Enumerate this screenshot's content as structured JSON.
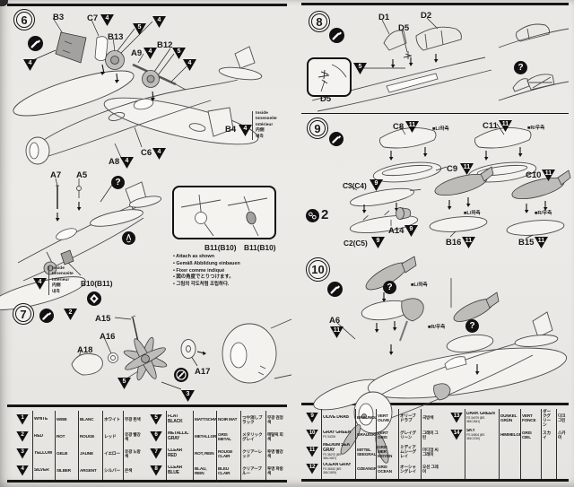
{
  "doc": {
    "kind": "model-kit-assembly-instructions",
    "colors": {
      "paper": "#edebe7",
      "ink": "#1a1a1a",
      "part_gray": "#bdbcb9"
    }
  },
  "steps": {
    "s6": "6",
    "s7": "7",
    "s8": "8",
    "s9": "9",
    "s10": "10"
  },
  "nums": {
    "n2": "2",
    "n3": "3",
    "n4": "4",
    "n5": "5",
    "n9": "9",
    "n11": "11"
  },
  "icons": {
    "question": "?"
  },
  "labels": {
    "quantity2": "2"
  },
  "parts": {
    "b3": "B3",
    "c7": "C7",
    "b13": "B13",
    "a9": "A9",
    "b12": "B12",
    "b4": "B4",
    "c6": "C6",
    "a8": "A8",
    "a7": "A7",
    "a5": "A5",
    "b10_b11": "B10(B11)",
    "b11_b10": "B11(B10)",
    "a15": "A15",
    "a16": "A16",
    "a17": "A17",
    "a18": "A18",
    "d1": "D1",
    "d2": "D2",
    "d5": "D5",
    "c8": "C8",
    "c9": "C9",
    "c10": "C10",
    "c11": "C11",
    "c3_c4": "C3(C4)",
    "c2_c5": "C2(C5)",
    "a14": "A14",
    "b16": "B16",
    "b15": "B15",
    "a6": "A6"
  },
  "side": {
    "left": "■L/좌측",
    "right": "■R/우측"
  },
  "inside": {
    "lines": [
      {
        "t": "Inside"
      },
      {
        "t": "Innenseite"
      },
      {
        "t": "Intérieur"
      },
      {
        "t": "内側"
      },
      {
        "t": "내측"
      }
    ]
  },
  "notes": {
    "lines": [
      {
        "t": "• Attach as shown"
      },
      {
        "t": "• Gemäß Abbildung einbauen"
      },
      {
        "t": "• Fixer comme indiqué"
      },
      {
        "t": "• 図の角度でとりつけます。"
      },
      {
        "t": "• 그림의 각도처럼 조립하다."
      }
    ]
  },
  "color_chart": {
    "tables": [
      {
        "rows": [
          {
            "num": "1",
            "en": "WHITE",
            "de": "WEIB",
            "fr": "BLANC",
            "ja": "ホワイト",
            "ko": "무광 흰색"
          },
          {
            "num": "2",
            "en": "RED",
            "de": "ROT",
            "fr": "ROUGE",
            "ja": "レッド",
            "ko": "유광 빨강색"
          },
          {
            "num": "3",
            "en": "YELLOW",
            "de": "GELB",
            "fr": "JAUNE",
            "ja": "イエロー",
            "ko": "유광 노랑색"
          },
          {
            "num": "4",
            "en": "SILVER",
            "de": "SILBER",
            "fr": "ARGENT",
            "ja": "シルバー",
            "ko": "은색"
          }
        ]
      },
      {
        "rows": [
          {
            "num": "5",
            "en": "FLAT BLACK",
            "de": "MATTSCHWARZ",
            "fr": "NOIR MAT",
            "ja": "つや消しブラック",
            "ko": "무광 검정색"
          },
          {
            "num": "6",
            "en": "METALLIC GRAY",
            "de": "METALLGRAU",
            "fr": "GRIS METAL",
            "ja": "メタリックグレイ",
            "ko": "메탈릭 회색"
          },
          {
            "num": "7",
            "en": "CLEAR RED",
            "de": "ROT, REIN",
            "fr": "ROUGE CLAIR",
            "ja": "クリアーレッド",
            "ko": "투명 빨강색"
          },
          {
            "num": "8",
            "en": "CLEAR BLUE",
            "de": "BLAU, REIN",
            "fr": "BLEU CLAIR",
            "ja": "クリアーブルー",
            "ko": "투명 파랑색"
          }
        ]
      },
      {
        "rows": [
          {
            "num": "9",
            "en": "OLIVE DRAB",
            "de": "BRAUNOLIV",
            "fr": "VERT OLIVE",
            "ja": "オリーブドラブ",
            "ko": "국방색"
          },
          {
            "num": "10",
            "en": "GRAY GREEN",
            "en2": "FS 34226",
            "de": "GRAUGRÜN",
            "fr": "VERT GRIS",
            "ja": "グレイグリーン",
            "ko": "그레이 그린"
          },
          {
            "num": "11",
            "en": "MEDIUM SEA GRAY",
            "en2": "FS 36270 (BS 381C/637)",
            "de": "MITTEL SEEGRAU",
            "fr": "GRIS MER MOYEN",
            "ja": "ミディアムシーグレイ",
            "ko": "미디엄 씨그레이"
          },
          {
            "num": "12",
            "en": "OCEAN GRAY",
            "en2": "FS 36152 (BS 381C/629)",
            "de": "OZEANGRAU",
            "fr": "GRIS OCEAN",
            "ja": "オーシャングレイ",
            "ko": "오션 그레이"
          }
        ]
      },
      {
        "rows": [
          {
            "num": "13",
            "en": "DARK GREEN",
            "en2": "FS 34079 (BS 381C/641)",
            "de": "DUNKEL GRÜN",
            "fr": "VERT FONCE",
            "ja": "ダークグリーン",
            "ko": "다크 그린"
          },
          {
            "num": "14",
            "en": "SKY",
            "en2": "FS 34504 (BS 381C/210)",
            "de": "HIMMELGRAU",
            "fr": "GRIS CIEL",
            "ja": "スカイ",
            "ko": "스카이"
          }
        ]
      }
    ]
  }
}
